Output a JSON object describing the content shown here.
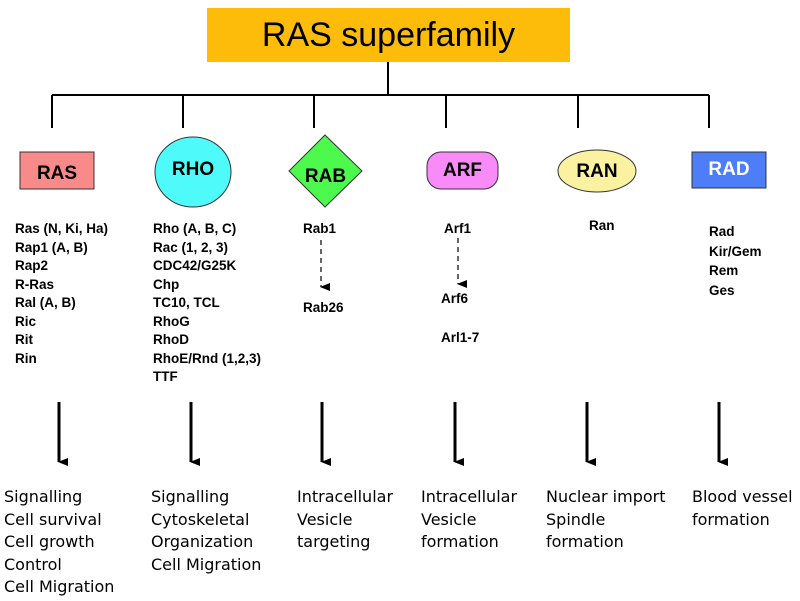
{
  "title": "RAS superfamily",
  "colors": {
    "title_bg": "#fdbb0a",
    "RAS": "#f98a8a",
    "RHO": "#4ffafa",
    "RAB": "#4cf94c",
    "ARF": "#f98bf9",
    "RAN": "#fbf2a1",
    "RAD": "#4d7ef7"
  },
  "families": [
    {
      "name": "RAS",
      "shape": "rectangle",
      "members": [
        "Ras (N, Ki, Ha)",
        "Rap1 (A, B)",
        "Rap2",
        "R-Ras",
        "Ral (A, B)",
        "Ric",
        "Rit",
        "Rin"
      ],
      "functions": [
        "Signalling",
        "Cell survival",
        "Cell growth",
        "Control",
        "Cell Migration"
      ]
    },
    {
      "name": "RHO",
      "shape": "circle",
      "members": [
        "Rho (A, B, C)",
        "Rac (1, 2, 3)",
        "CDC42/G25K",
        "Chp",
        "TC10, TCL",
        "RhoG",
        "RhoD",
        "RhoE/Rnd (1,2,3)",
        "TTF"
      ],
      "functions": [
        "Signalling",
        "Cytoskeletal",
        "Organization",
        "Cell Migration"
      ]
    },
    {
      "name": "RAB",
      "shape": "diamond",
      "members": [
        "Rab1",
        "Rab26"
      ],
      "functions": [
        "Intracellular",
        "Vesicle",
        "targeting"
      ]
    },
    {
      "name": "ARF",
      "shape": "rounded-rectangle",
      "members": [
        "Arf1",
        "Arf6",
        "Arl1-7"
      ],
      "functions": [
        "Intracellular",
        "Vesicle",
        "formation"
      ]
    },
    {
      "name": "RAN",
      "shape": "ellipse",
      "members": [
        "Ran"
      ],
      "functions": [
        "Nuclear import",
        "Spindle",
        "formation"
      ]
    },
    {
      "name": "RAD",
      "shape": "rectangle",
      "members": [
        "Rad",
        "Kir/Gem",
        "Rem",
        "Ges"
      ],
      "functions": [
        "Blood vessel",
        "formation"
      ]
    }
  ]
}
